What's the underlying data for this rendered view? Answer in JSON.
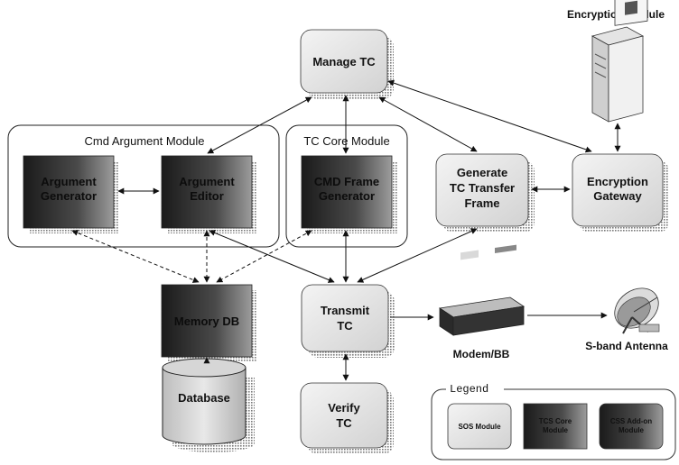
{
  "groups": {
    "cmd_argument_module": "Cmd Argument Module",
    "tc_core_module": "TC Core Module"
  },
  "boxes": {
    "manage_tc": "Manage TC",
    "argument_generator": [
      "Argument",
      "Generator"
    ],
    "argument_editor": [
      "Argument",
      "Editor"
    ],
    "cmd_frame_generator": [
      "CMD Frame",
      "Generator"
    ],
    "generate_tc_transfer_frame": [
      "Generate",
      "TC Transfer",
      "Frame"
    ],
    "encryption_gateway": [
      "Encryption",
      "Gateway"
    ],
    "memory_db": "Memory DB",
    "transmit_tc": [
      "Transmit",
      "TC"
    ],
    "verify_tc": [
      "Verify",
      "TC"
    ],
    "database": "Database"
  },
  "devices": {
    "encryption_module": "Encryption Module",
    "modem": "Modem/BB",
    "antenna": "S-band Antenna"
  },
  "legend": {
    "title": "Legend",
    "items": [
      [
        "SOS Module"
      ],
      [
        "TCS Core",
        "Module"
      ],
      [
        "CSS Add-on",
        "Module"
      ]
    ]
  },
  "colors": {
    "light_box": "#e6e6e6",
    "dark_box": "#2e2e2e",
    "line": "#111111"
  }
}
